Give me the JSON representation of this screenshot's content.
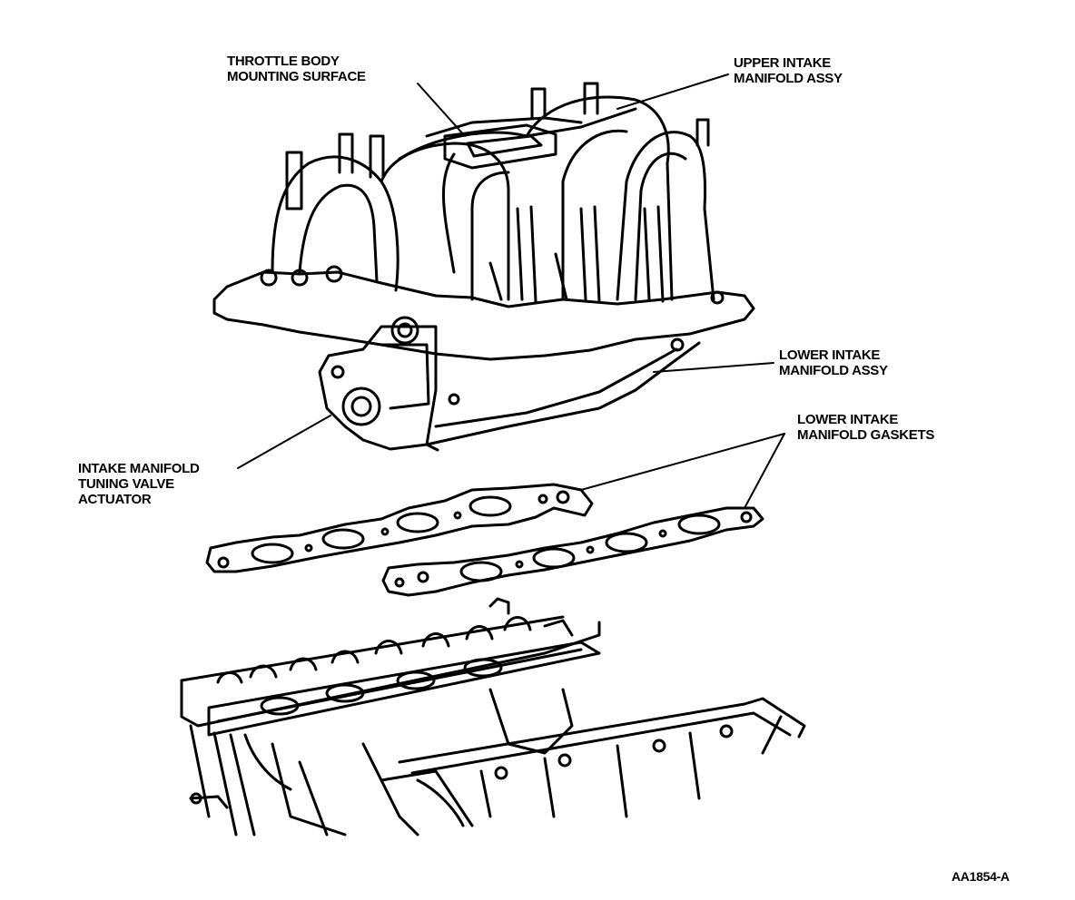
{
  "labels": {
    "throttle_body": [
      "THROTTLE BODY",
      "MOUNTING SURFACE"
    ],
    "upper_intake": [
      "UPPER INTAKE",
      "MANIFOLD ASSY"
    ],
    "lower_intake": [
      "LOWER INTAKE",
      "MANIFOLD ASSY"
    ],
    "gaskets": [
      "LOWER INTAKE",
      "MANIFOLD GASKETS"
    ],
    "actuator": [
      "INTAKE MANIFOLD",
      "TUNING VALVE",
      "ACTUATOR"
    ]
  },
  "figure_code": "AA1854-A",
  "colors": {
    "ink": "#000000",
    "paper": "#ffffff"
  }
}
